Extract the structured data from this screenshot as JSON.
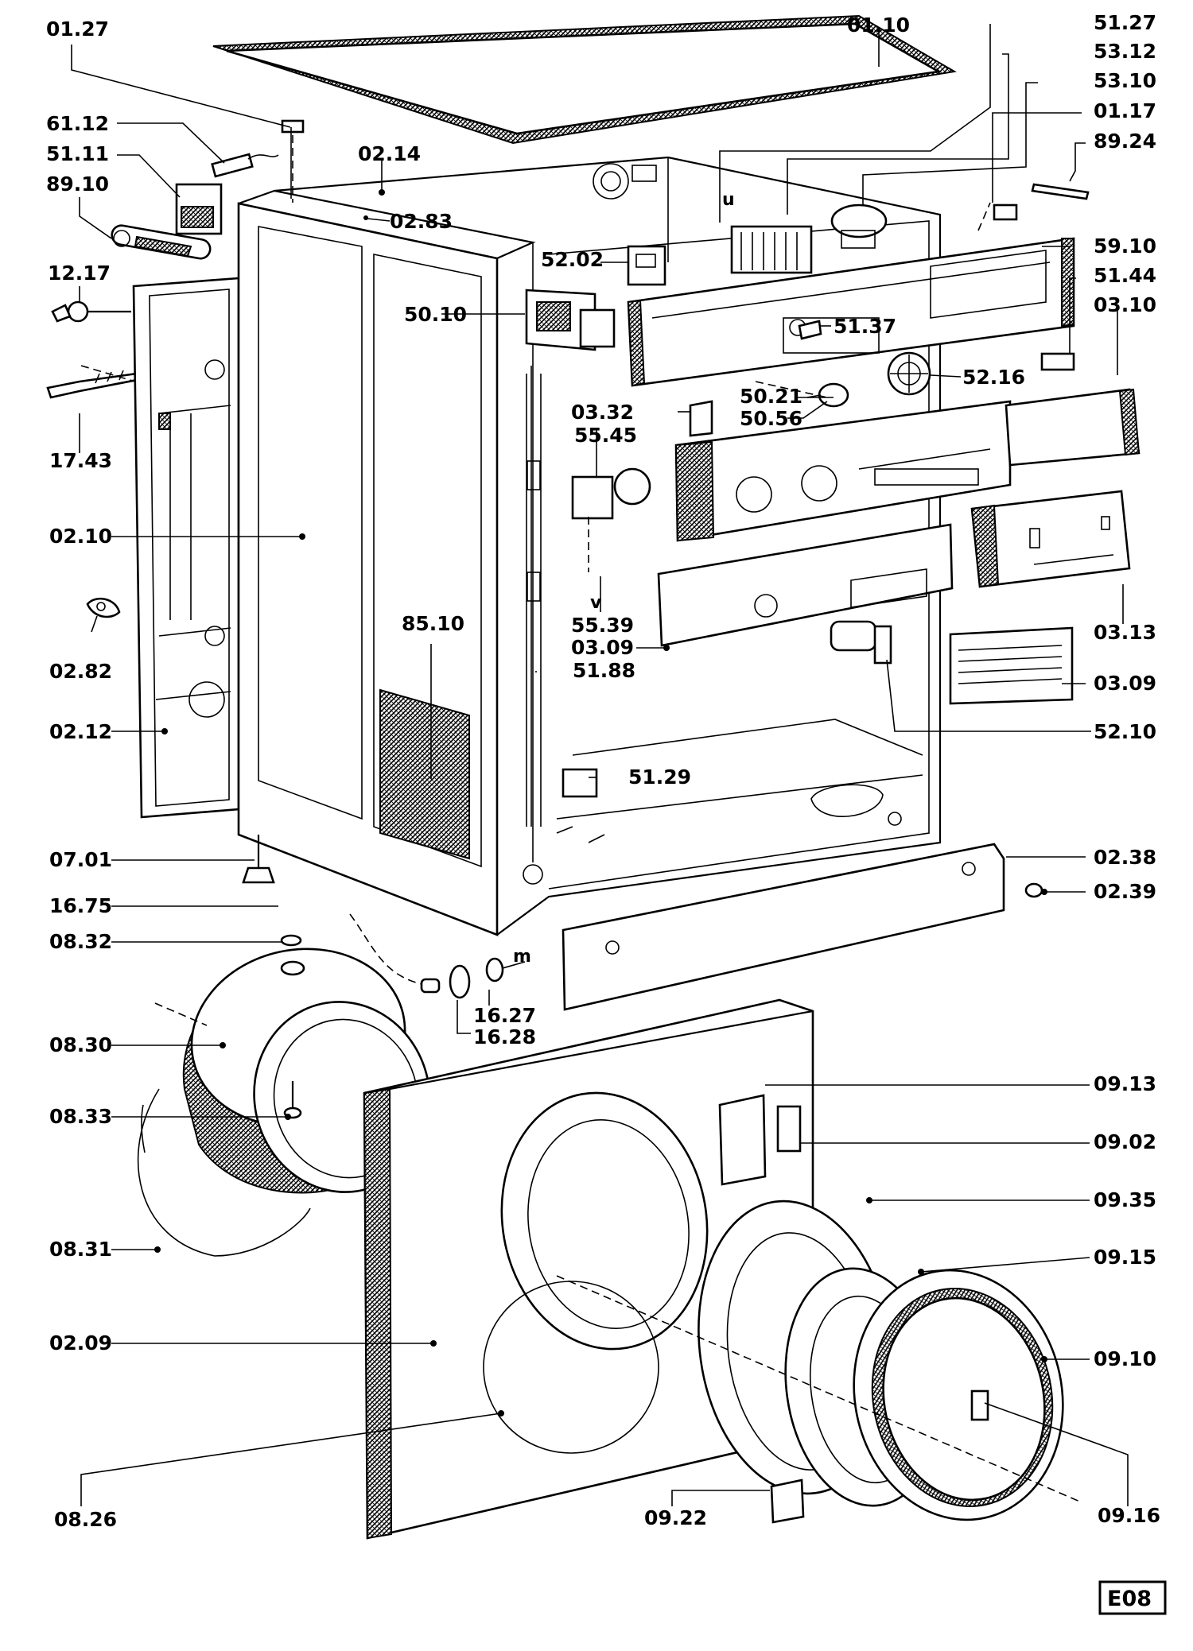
{
  "diagram_code": "E08",
  "part_labels": [
    "01.27",
    "01.10",
    "51.27",
    "53.12",
    "53.10",
    "01.17",
    "89.24",
    "61.12",
    "51.11",
    "89.10",
    "02.14",
    "02.83",
    "59.10",
    "52.02",
    "51.44",
    "12.17",
    "50.10",
    "51.37",
    "03.10",
    "52.16",
    "50.21",
    "03.32",
    "50.56",
    "17.43",
    "55.45",
    "02.10",
    "03.13",
    "55.39",
    "85.10",
    "03.09",
    "51.88",
    "02.82",
    "03.09",
    "52.10",
    "02.12",
    "51.29",
    "07.01",
    "02.38",
    "16.75",
    "02.39",
    "08.32",
    "16.27",
    "16.28",
    "08.30",
    "09.13",
    "08.33",
    "09.02",
    "09.35",
    "08.31",
    "09.15",
    "02.09",
    "09.10",
    "08.26",
    "09.22",
    "09.16"
  ],
  "wire_markers": [
    "u",
    "v",
    "m"
  ]
}
